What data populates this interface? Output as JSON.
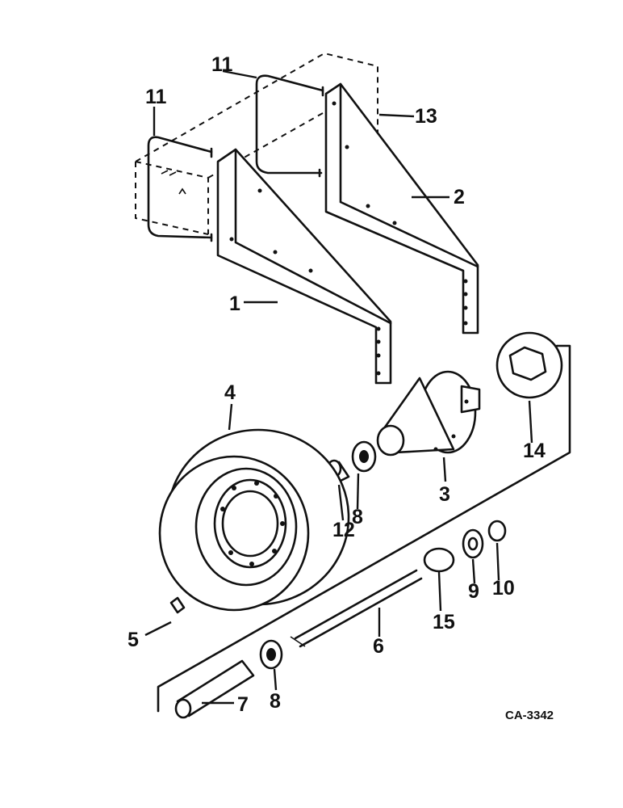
{
  "diagram": {
    "drawing_code": "CA-3342",
    "parts": [
      {
        "id": "p1",
        "label": "1"
      },
      {
        "id": "p2",
        "label": "2"
      },
      {
        "id": "p3",
        "label": "3"
      },
      {
        "id": "p4",
        "label": "4"
      },
      {
        "id": "p5",
        "label": "5"
      },
      {
        "id": "p6",
        "label": "6"
      },
      {
        "id": "p7",
        "label": "7"
      },
      {
        "id": "p8a",
        "label": "8"
      },
      {
        "id": "p8b",
        "label": "8"
      },
      {
        "id": "p9",
        "label": "9"
      },
      {
        "id": "p10",
        "label": "10"
      },
      {
        "id": "p11a",
        "label": "11"
      },
      {
        "id": "p11b",
        "label": "11"
      },
      {
        "id": "p12",
        "label": "12"
      },
      {
        "id": "p13",
        "label": "13"
      },
      {
        "id": "p14",
        "label": "14"
      },
      {
        "id": "p15",
        "label": "15"
      }
    ]
  }
}
